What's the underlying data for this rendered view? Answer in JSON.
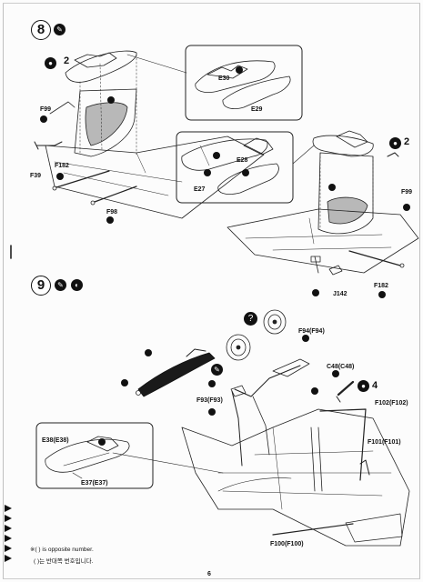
{
  "steps": {
    "step8": {
      "number": "8",
      "quantity_left": "2",
      "quantity_right": "2",
      "labels": {
        "f99_left": "F99",
        "f182_left": "F182",
        "f39": "F39",
        "f98": "F98",
        "e30": "E30",
        "e29": "E29",
        "e28": "E28",
        "e27": "E27",
        "f99_right": "F99",
        "j142": "J142",
        "f182_right": "F182"
      }
    },
    "step9": {
      "number": "9",
      "quantity": "4",
      "labels": {
        "f94": "F94(F94)",
        "c48": "C48(C48)",
        "f93": "F93(F93)",
        "f102": "F102(F102)",
        "f101": "F101(F101)",
        "e38": "E38(E38)",
        "e37": "E37(E37)",
        "f100": "F100(F100)"
      }
    }
  },
  "footer": {
    "note_line1": "※(  ) is opposite number.",
    "note_line2": "(  )는 반대쪽 번호입니다.",
    "page_number": "6"
  },
  "icons": [
    "glue-icon",
    "paint-icon",
    "question-icon",
    "cement-icon"
  ]
}
